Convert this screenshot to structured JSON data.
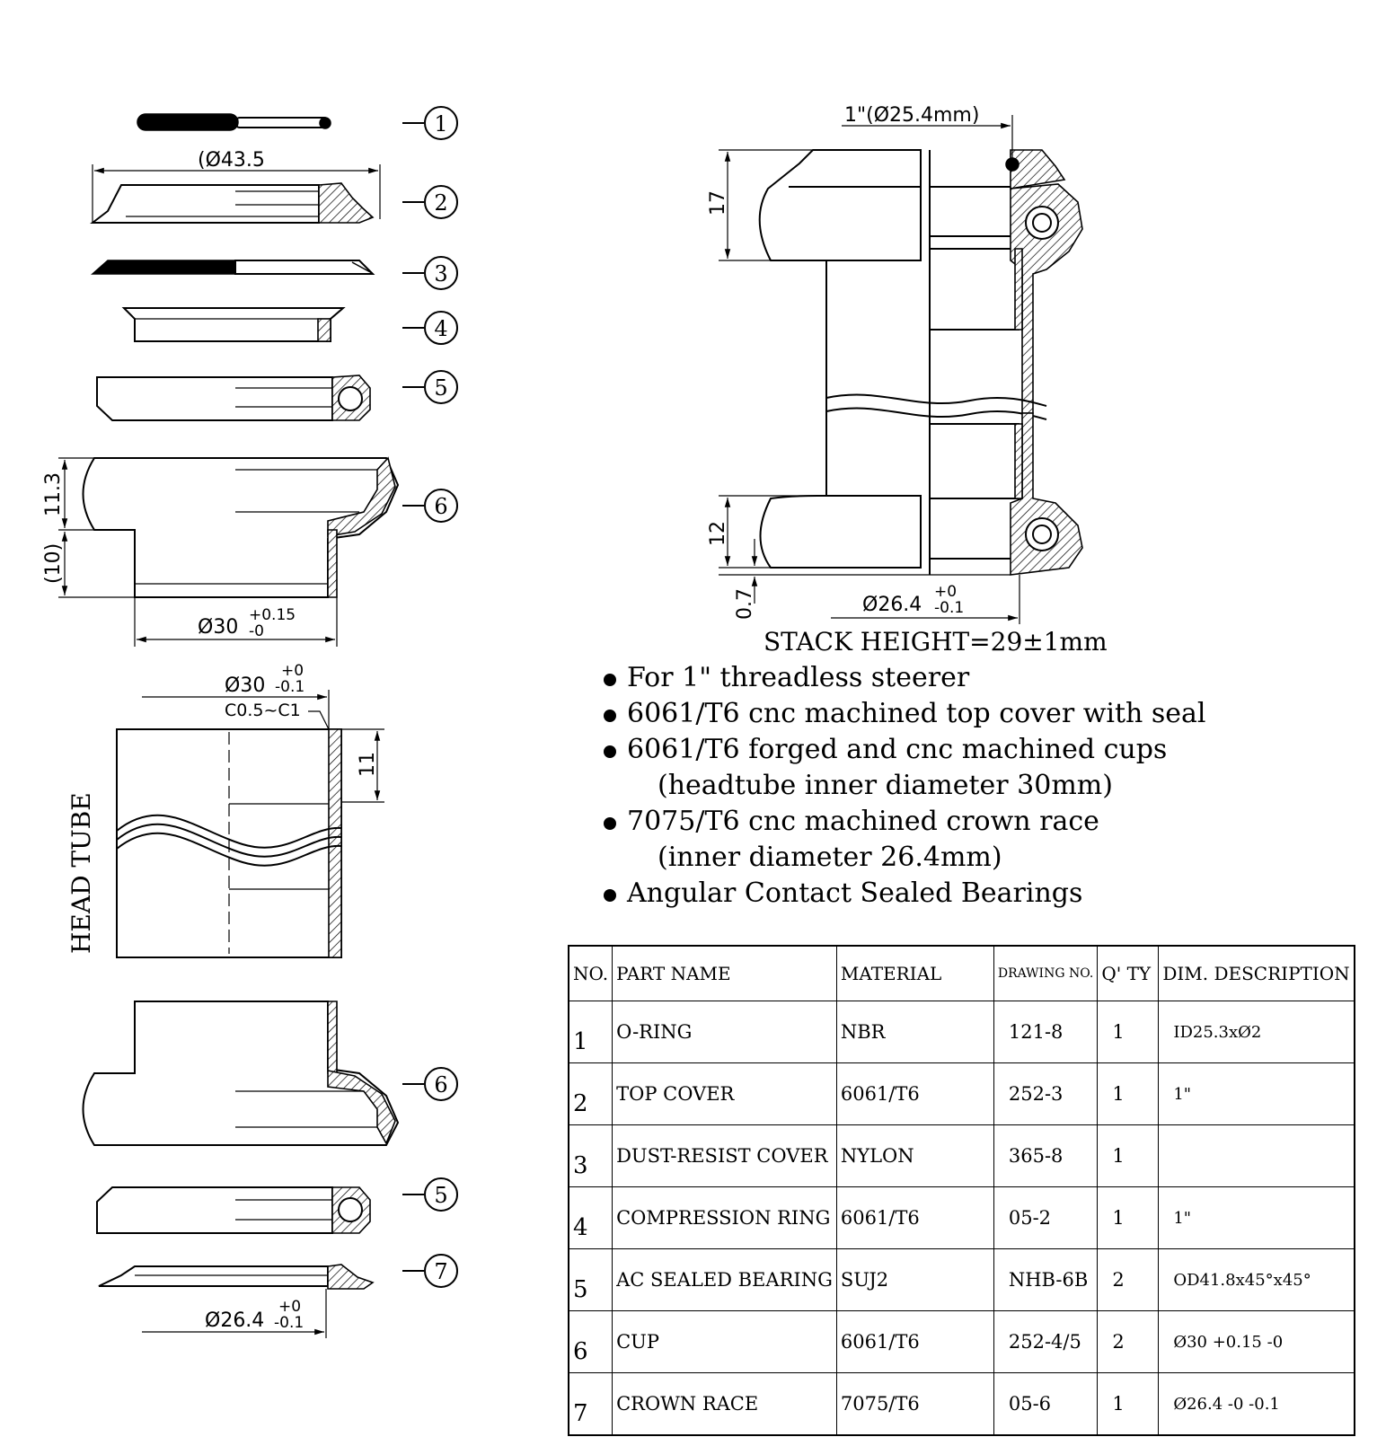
{
  "callouts": [
    "1",
    "2",
    "3",
    "4",
    "5",
    "6",
    "6",
    "5",
    "7"
  ],
  "dimensions": {
    "top_cover_dia": "(Ø43.5",
    "cup_height": "11.3",
    "cup_insert": "(10)",
    "cup_dia": "Ø30",
    "cup_tol_upper": "+0.15",
    "cup_tol_lower": "-0",
    "tube_dia": "Ø30",
    "tube_tol_upper": "+0",
    "tube_tol_lower": "-0.1",
    "tube_chamfer": "C0.5~C1",
    "tube_depth": "11",
    "crown_dia": "Ø26.4",
    "crown_tol_upper": "+0",
    "crown_tol_lower": "-0.1",
    "steerer": "1\"(Ø25.4mm)",
    "top_stack": "17",
    "bottom_stack": "12",
    "race_stack": "0.7",
    "assembly_crown_dia": "Ø26.4",
    "assembly_crown_tol_upper": "+0",
    "assembly_crown_tol_lower": "-0.1",
    "stack_height": "STACK HEIGHT=29±1mm"
  },
  "head_tube_label": "HEAD TUBE",
  "features": [
    "For 1\" threadless steerer",
    "6061/T6 cnc machined top cover  with seal",
    "6061/T6 forged and cnc machined cups",
    "(headtube inner diameter 30mm)",
    "7075/T6 cnc machined crown race",
    "(inner diameter 26.4mm)",
    "Angular Contact Sealed Bearings"
  ],
  "table": {
    "headers": [
      "NO.",
      "PART NAME",
      "MATERIAL",
      "DRAWING NO.",
      "Q' TY",
      "DIM. DESCRIPTION"
    ],
    "rows": [
      [
        "1",
        "O-RING",
        "NBR",
        "121-8",
        "1",
        "ID25.3xØ2"
      ],
      [
        "2",
        "TOP COVER",
        "6061/T6",
        "252-3",
        "1",
        "1\""
      ],
      [
        "3",
        "DUST-RESIST COVER",
        "NYLON",
        "365-8",
        "1",
        ""
      ],
      [
        "4",
        "COMPRESSION RING",
        "6061/T6",
        "05-2",
        "1",
        "1\""
      ],
      [
        "5",
        "AC SEALED BEARING",
        "SUJ2",
        "NHB-6B",
        "2",
        "OD41.8x45°x45°"
      ],
      [
        "6",
        "CUP",
        "6061/T6",
        "252-4/5",
        "2",
        "Ø30 +0.15 -0"
      ],
      [
        "7",
        "CROWN RACE",
        "7075/T6",
        "05-6",
        "1",
        "Ø26.4 -0 -0.1"
      ]
    ]
  }
}
